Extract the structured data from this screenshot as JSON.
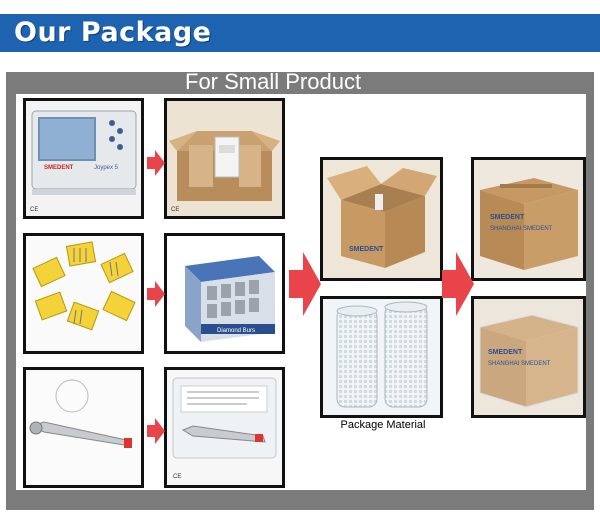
{
  "header": {
    "title": "Our Package",
    "band_color": "#1d63b0"
  },
  "section": {
    "title": "For Small Product"
  },
  "captions": {
    "package_material": "Package Material"
  },
  "photo_labels": {
    "brand": "SMEDENT",
    "model": "Joypex 5",
    "box_brand": "SHANGHAI SMEDENT",
    "box_side": "Diamond Burs",
    "ce_mark": "CE"
  },
  "colors": {
    "arrow": "#e8444a",
    "stage": "#7b7b7b",
    "frame": "#111111"
  },
  "photos": [
    {
      "name": "apex-locator-device",
      "icon": "device"
    },
    {
      "name": "opened-small-box",
      "icon": "box-open"
    },
    {
      "name": "bur-sets-yellow",
      "icon": "burs"
    },
    {
      "name": "bur-box",
      "icon": "box"
    },
    {
      "name": "handpiece",
      "icon": "handpiece"
    },
    {
      "name": "handpiece-in-case",
      "icon": "case"
    },
    {
      "name": "open-carton",
      "icon": "carton-open"
    },
    {
      "name": "bubble-wrap-rolls",
      "icon": "rolls"
    },
    {
      "name": "sealed-carton",
      "icon": "carton"
    },
    {
      "name": "wrapped-carton",
      "icon": "carton-wrapped"
    }
  ]
}
